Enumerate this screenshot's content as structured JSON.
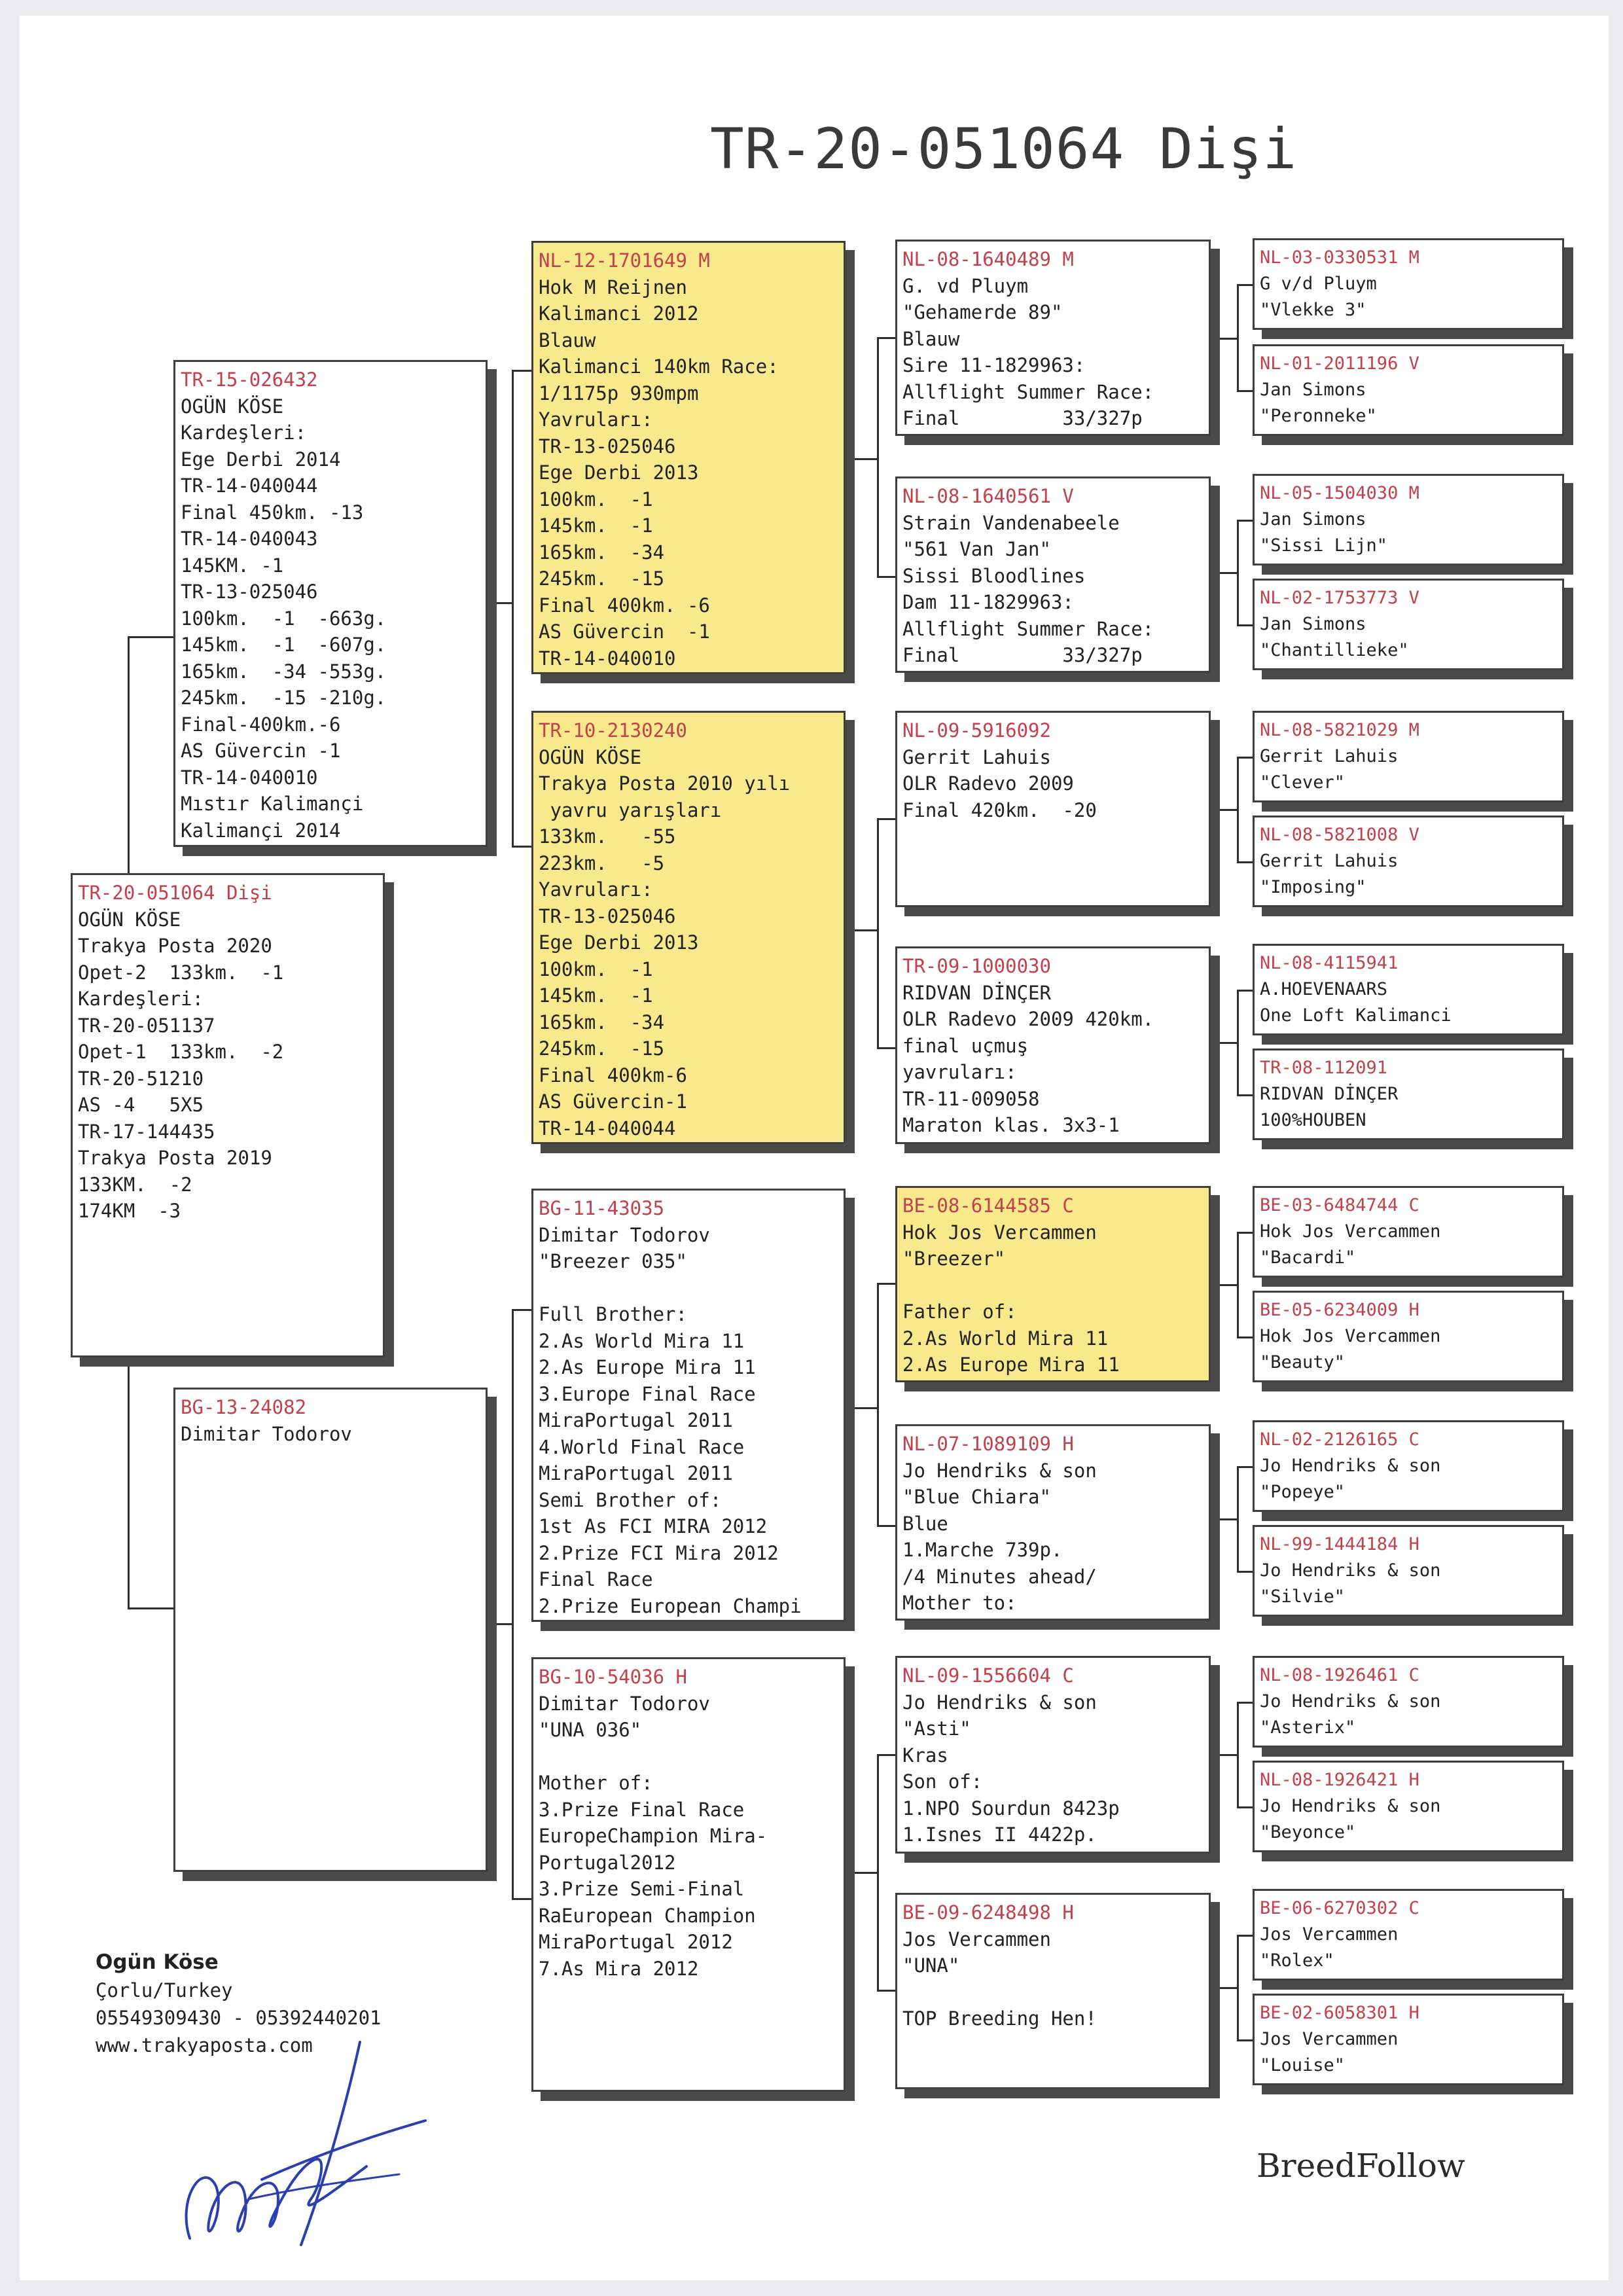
{
  "title": "TR-20-051064 Dişi",
  "brand": "BreedFollow",
  "footer": {
    "name": "Ogün Köse",
    "city": "Çorlu/Turkey",
    "phones": "05549309430 - 05392440201",
    "website": "www.trakyaposta.com"
  },
  "signature": "signature",
  "colors": {
    "ring_text": "#c2414c",
    "highlight": "#f7e98c",
    "ink": "#222222"
  },
  "subject": {
    "lines": [
      "TR-20-051064 Dişi",
      "OGÜN KÖSE",
      "Trakya Posta 2020",
      "Opet-2  133km.  -1",
      "Kardeşleri:",
      "TR-20-051137",
      "Opet-1  133km.  -2",
      "TR-20-51210",
      "AS -4   5X5",
      "TR-17-144435",
      "Trakya Posta 2019",
      "133KM.  -2",
      "174KM  -3"
    ]
  },
  "sire": {
    "lines": [
      "TR-15-026432",
      "OGÜN KÖSE",
      "Kardeşleri:",
      "Ege Derbi 2014",
      "TR-14-040044",
      "Final 450km. -13",
      "TR-14-040043",
      "145KM. -1",
      "TR-13-025046",
      "100km.  -1  -663g.",
      "145km.  -1  -607g.",
      "165km.  -34 -553g.",
      "245km.  -15 -210g.",
      "Final-400km.-6",
      "AS Güvercin -1",
      "TR-14-040010",
      "Mıstır Kalimançi",
      "Kalimançi 2014"
    ]
  },
  "dam": {
    "lines": [
      "BG-13-24082",
      "Dimitar Todorov"
    ]
  },
  "gen2": [
    {
      "lines": [
        "NL-12-1701649 M",
        "Hok M Reijnen",
        "Kalimanci 2012",
        "Blauw",
        "Kalimanci 140km Race:",
        "1/1175p 930mpm",
        "Yavruları:",
        "TR-13-025046",
        "Ege Derbi 2013",
        "100km.  -1",
        "145km.  -1",
        "165km.  -34",
        "245km.  -15",
        "Final 400km. -6",
        "AS Güvercin  -1",
        "TR-14-040010"
      ]
    },
    {
      "lines": [
        "TR-10-2130240",
        "OGÜN KÖSE",
        "Trakya Posta 2010 yılı",
        " yavru yarışları",
        "133km.   -55",
        "223km.   -5",
        "Yavruları:",
        "TR-13-025046",
        "Ege Derbi 2013",
        "100km.  -1",
        "145km.  -1",
        "165km.  -34",
        "245km.  -15",
        "Final 400km-6",
        "AS Güvercin-1",
        "TR-14-040044"
      ]
    },
    {
      "lines": [
        "BG-11-43035",
        "Dimitar Todorov",
        "\"Breezer 035\"",
        " ",
        "Full Brother:",
        "2.As World Mira 11",
        "2.As Europe Mira 11",
        "3.Europe Final Race",
        "MiraPortugal 2011",
        "4.World Final Race",
        "MiraPortugal 2011",
        "Semi Brother of:",
        "1st As FCI MIRA 2012",
        "2.Prize FCI Mira 2012",
        "Final Race",
        "2.Prize European Champi"
      ]
    },
    {
      "lines": [
        "BG-10-54036 H",
        "Dimitar Todorov",
        "\"UNA 036\"",
        " ",
        "Mother of:",
        "3.Prize Final Race",
        "EuropeChampion Mira-",
        "Portugal2012",
        "3.Prize Semi-Final",
        "RaEuropean Champion",
        "MiraPortugal 2012",
        "7.As Mira 2012"
      ]
    }
  ],
  "gen3": [
    {
      "lines": [
        "NL-08-1640489 M",
        "G. vd Pluym",
        "\"Gehamerde 89\"",
        "Blauw",
        "Sire 11-1829963:",
        "Allflight Summer Race:",
        "Final         33/327p"
      ]
    },
    {
      "lines": [
        "NL-08-1640561 V",
        "Strain Vandenabeele",
        "\"561 Van Jan\"",
        "Sissi Bloodlines",
        "Dam 11-1829963:",
        "Allflight Summer Race:",
        "Final         33/327p"
      ]
    },
    {
      "lines": [
        "NL-09-5916092",
        "Gerrit Lahuis",
        "OLR Radevo 2009",
        "Final 420km.  -20"
      ]
    },
    {
      "lines": [
        "TR-09-1000030",
        "RIDVAN DİNÇER",
        "OLR Radevo 2009 420km.",
        "final uçmuş",
        "yavruları:",
        "TR-11-009058",
        "Maraton klas. 3x3-1"
      ]
    },
    {
      "lines": [
        "BE-08-6144585 C",
        "Hok Jos Vercammen",
        "\"Breezer\"",
        " ",
        "Father of:",
        "2.As World Mira 11",
        "2.As Europe Mira 11"
      ]
    },
    {
      "lines": [
        "NL-07-1089109 H",
        "Jo Hendriks & son",
        "\"Blue Chiara\"",
        "Blue",
        "1.Marche 739p.",
        "/4 Minutes ahead/",
        "Mother to:"
      ]
    },
    {
      "lines": [
        "NL-09-1556604 C",
        "Jo Hendriks & son",
        "\"Asti\"",
        "Kras",
        "Son of:",
        "1.NPO Sourdun 8423p",
        "1.Isnes II 4422p."
      ]
    },
    {
      "lines": [
        "BE-09-6248498 H",
        "Jos Vercammen",
        "\"UNA\"",
        " ",
        "TOP Breeding Hen!"
      ]
    }
  ],
  "gen4": [
    {
      "lines": [
        "NL-03-0330531 M",
        "G v/d Pluym",
        "\"Vlekke 3\""
      ]
    },
    {
      "lines": [
        "NL-01-2011196 V",
        "Jan Simons",
        "\"Peronneke\""
      ]
    },
    {
      "lines": [
        "NL-05-1504030 M",
        "Jan Simons",
        "\"Sissi Lijn\""
      ]
    },
    {
      "lines": [
        "NL-02-1753773 V",
        "Jan Simons",
        "\"Chantillieke\""
      ]
    },
    {
      "lines": [
        "NL-08-5821029 M",
        "Gerrit Lahuis",
        "\"Clever\""
      ]
    },
    {
      "lines": [
        "NL-08-5821008 V",
        "Gerrit Lahuis",
        "\"Imposing\""
      ]
    },
    {
      "lines": [
        "NL-08-4115941",
        "A.HOEVENAARS",
        "One Loft Kalimanci"
      ]
    },
    {
      "lines": [
        "TR-08-112091",
        "RIDVAN DİNÇER",
        "100%HOUBEN"
      ]
    },
    {
      "lines": [
        "BE-03-6484744 C",
        "Hok Jos Vercammen",
        "\"Bacardi\""
      ]
    },
    {
      "lines": [
        "BE-05-6234009 H",
        "Hok Jos Vercammen",
        "\"Beauty\""
      ]
    },
    {
      "lines": [
        "NL-02-2126165 C",
        "Jo Hendriks & son",
        "\"Popeye\""
      ]
    },
    {
      "lines": [
        "NL-99-1444184 H",
        "Jo Hendriks & son",
        "\"Silvie\""
      ]
    },
    {
      "lines": [
        "NL-08-1926461 C",
        "Jo Hendriks & son",
        "\"Asterix\""
      ]
    },
    {
      "lines": [
        "NL-08-1926421 H",
        "Jo Hendriks & son",
        "\"Beyonce\""
      ]
    },
    {
      "lines": [
        "BE-06-6270302 C",
        "Jos Vercammen",
        "\"Rolex\""
      ]
    },
    {
      "lines": [
        "BE-02-6058301 H",
        "Jos Vercammen",
        "\"Louise\""
      ]
    }
  ]
}
